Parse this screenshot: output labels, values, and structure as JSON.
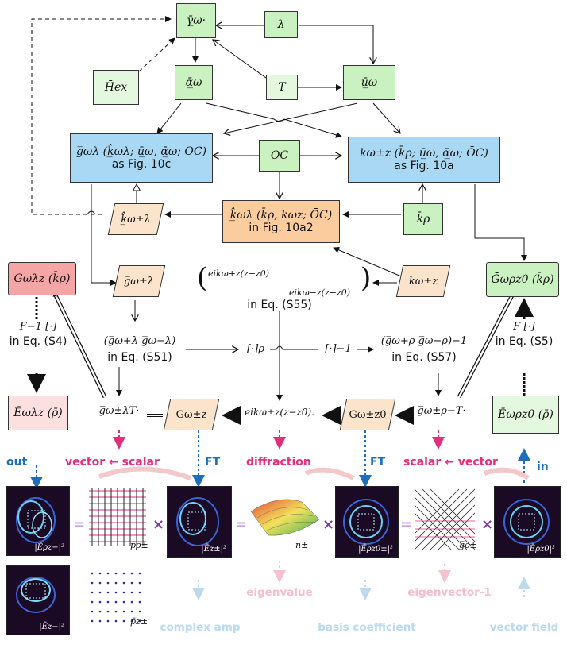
{
  "nodes": {
    "gamma": "γ̲̄ω·",
    "lambda": "λ",
    "hex": "H̄ex",
    "alpha": "ᾱ̲ω",
    "T": "T",
    "u": "ū̲ω",
    "g_lambda_top": "g̅ωλ (k̲̂ωλ; ū̲ω, ᾱ̲ω; ŌC)",
    "g_lambda_top_ref": "as Fig. 10c",
    "oc": "ŌC",
    "kz_top": "kω±z (k̄ρ; ū̲ω, ᾱ̲ω; ŌC)",
    "kz_top_ref": "as Fig. 10a",
    "khat_lambda": "k̲̂ω±λ",
    "khat_center": "k̲̂ωλ (k̄ρ, kωz; ŌC)",
    "khat_center_ref": "in Fig. 10a2",
    "krho": "k̄ρ",
    "G_lambda_z": "Ḡωλz (k̄ρ)",
    "g_lambda_mid": "g̅ω±λ",
    "exp_block_top": "eikω+z(z−z0)",
    "exp_block_bottom": "eikω−z(z−z0)",
    "exp_block_ref": "in Eq. (S55)",
    "kz_mid": "kω±z",
    "G_rho_z0": "Ḡωρz0 (k̄ρ)",
    "finv": "F−1 [·]",
    "finv_ref": "in Eq. (S4)",
    "g_pair": "(g̅ω+λ g̅ω−λ)",
    "g_pair_ref": "in Eq. (S51)",
    "bracket_rho": "[·]ρ",
    "bracket_inv": "[·]−1",
    "g_rho_pair": "(g̅ω+ρ g̅ω−ρ)−1",
    "g_rho_pair_ref": "in Eq. (S57)",
    "f_fwd": "F [·]",
    "f_fwd_ref": "in Eq. (S5)",
    "E_lambda_z": "Ēωλz (ρ̄)",
    "g_lambda_T": "g̅ω±λT·",
    "Gz": "Gω±z",
    "exp_diag": "eikω±z(z−z0).",
    "Gz0": "Gω±z0",
    "g_rho_T": "g̅ω±ρ−T·",
    "E_rho_z0": "Ēωρz0 (ρ̄)"
  },
  "bottom": {
    "out": "out",
    "vector_scalar": "vector ← scalar",
    "ft_left": "FT",
    "diffraction": "diffraction",
    "ft_right": "FT",
    "scalar_vector": "scalar ← vector",
    "in": "in",
    "eigenvalue": "eigenvalue",
    "eigenvector": "eigenvector-1",
    "complex_amp": "complex amp",
    "basis_coeff": "basis coefficient",
    "vector_field": "vector field",
    "f1_label": "|Ēρz−|²",
    "f2_label": "|Ēz±|²",
    "f3_label": "|Ēρz0±|²",
    "f4_label": "|Ēρz0|²",
    "f5_label": "|Ēz−|²",
    "p_rho": "p̄ρ±",
    "p_z": "p̄z±",
    "n_label": "n±",
    "g_rho_label": "g̅ρ±"
  },
  "colors": {
    "green": "#c9f2c0",
    "blue": "#a9d8f4",
    "orange": "#fbcc9d",
    "pink": "#f5a5a5",
    "magenta": "#e22f7c",
    "fblue": "#1d6fb8"
  }
}
